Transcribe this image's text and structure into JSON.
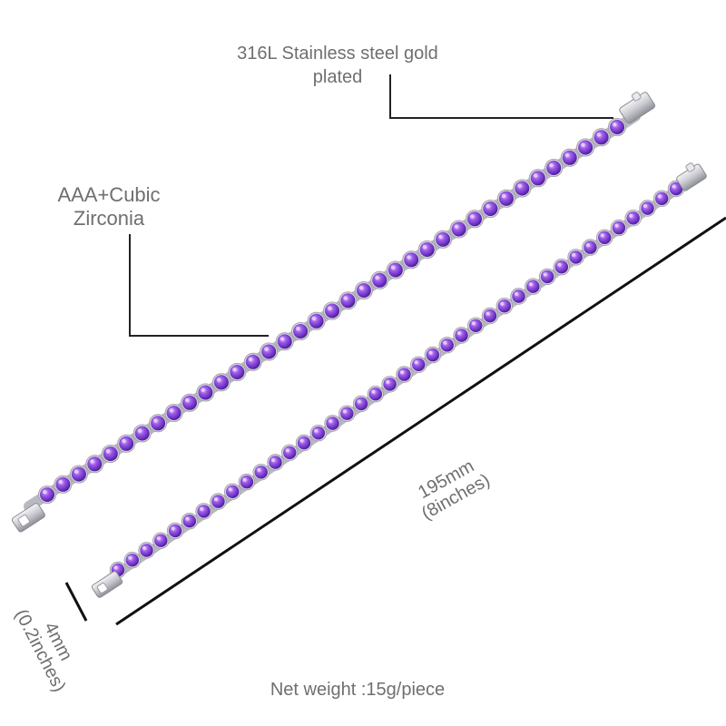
{
  "labels": {
    "material_line1": "316L Stainless steel gold",
    "material_line2": "plated",
    "stone_line1": "AAA+Cubic",
    "stone_line2": "Zirconia",
    "length_line1": "195mm",
    "length_line2": "(8inches)",
    "width_line1": "4mm",
    "width_line2": "(0.2inches)",
    "weight": "Net weight :15g/piece"
  },
  "colors": {
    "stone": "#7b3fd0",
    "stone_highlight": "#c79bff",
    "stone_shadow": "#4d1f95",
    "metal": "#d8d8de",
    "label_text": "#6f6f6f",
    "guide_line": "#222222"
  }
}
